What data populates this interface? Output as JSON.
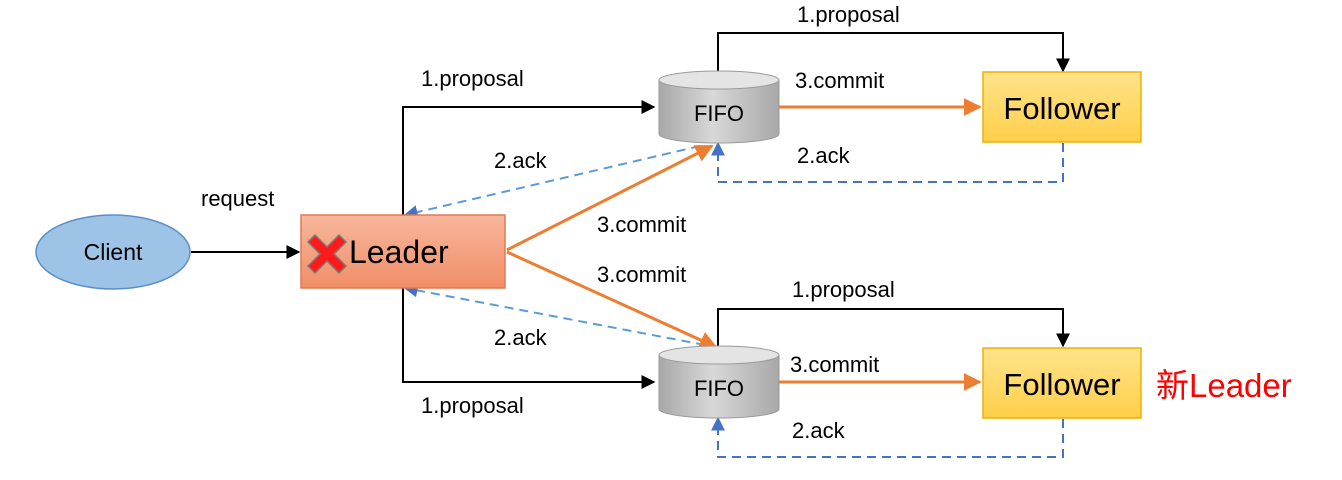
{
  "client": {
    "label": "Client"
  },
  "leader": {
    "label": "Leader",
    "status": "failed",
    "status_icon": "red-x-icon"
  },
  "queues": [
    {
      "label": "FIFO"
    },
    {
      "label": "FIFO"
    }
  ],
  "followers": [
    {
      "label": "Follower"
    },
    {
      "label": "Follower",
      "annotation": "新Leader"
    }
  ],
  "edges": {
    "request": "request",
    "top": {
      "leader_to_fifo": "1.proposal",
      "fifo_to_leader": "2.ack",
      "leader_commit": "3.commit",
      "fifo_to_follower_proposal": "1.proposal",
      "fifo_to_follower_commit": "3.commit",
      "follower_ack": "2.ack"
    },
    "bottom": {
      "leader_to_fifo": "1.proposal",
      "fifo_to_leader": "2.ack",
      "leader_commit": "3.commit",
      "fifo_to_follower_proposal": "1.proposal",
      "fifo_to_follower_commit": "3.commit",
      "follower_ack": "2.ack"
    }
  },
  "colors": {
    "client_fill": "#9dc3e6",
    "client_stroke": "#5b8fc9",
    "leader_fill": "#f4a080",
    "leader_stroke": "#e07a50",
    "fifo_fill": "#c8c8c8",
    "follower_fill": "#ffd966",
    "follower_stroke": "#f0b000",
    "commit_arrow": "#ed7d31",
    "ack_arrow": "#4472c4",
    "annotation": "#ff0000",
    "x_mark": "#ff0000"
  }
}
